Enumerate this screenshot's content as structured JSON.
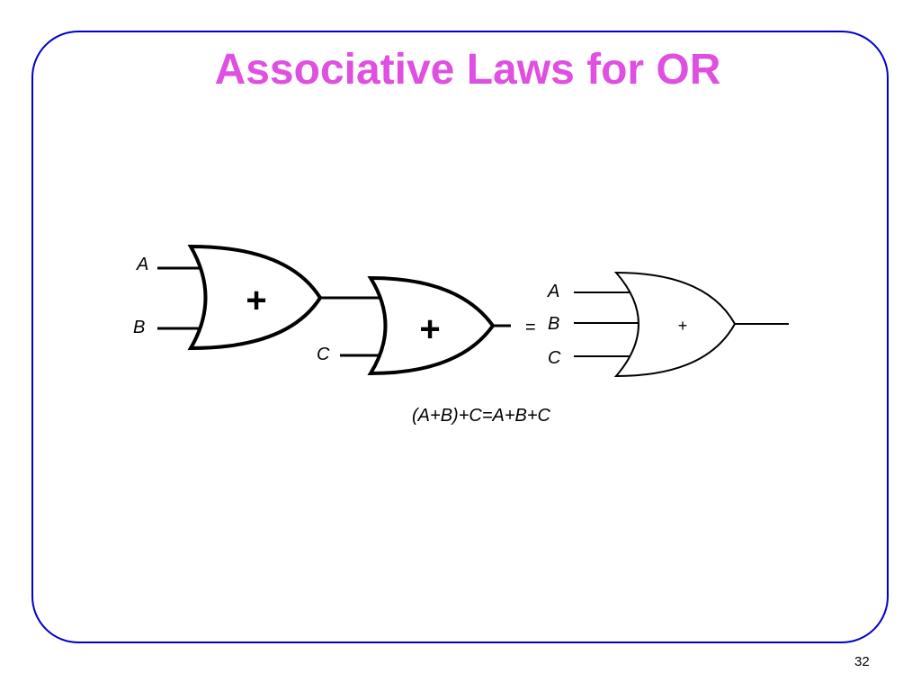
{
  "slide": {
    "title": "Associative Laws for OR",
    "page_number": "32"
  },
  "colors": {
    "title": "#e050e0",
    "frame": "#0000cc"
  },
  "diagram": {
    "left": {
      "gate1": {
        "inputs": [
          "A",
          "B"
        ],
        "symbol": "+"
      },
      "gate2": {
        "input": "C",
        "symbol": "+"
      }
    },
    "equals": "=",
    "right": {
      "gate": {
        "inputs": [
          "A",
          "B",
          "C"
        ],
        "symbol": "+"
      }
    },
    "equation": "(A+B)+C=A+B+C"
  }
}
